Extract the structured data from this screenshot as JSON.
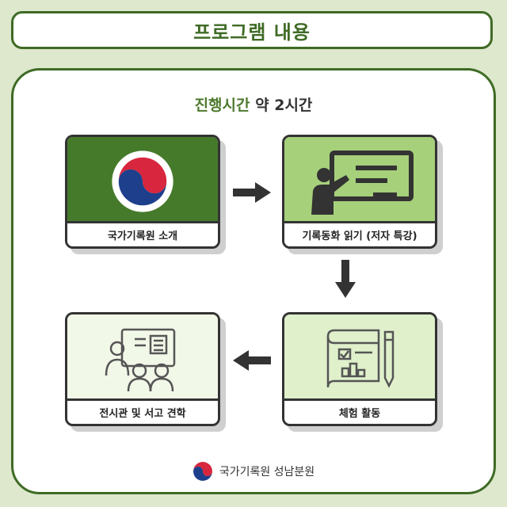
{
  "header": {
    "title": "프로그램 내용"
  },
  "duration": {
    "label": "진행시간",
    "value": "약 2시간"
  },
  "steps": [
    {
      "label": "국가기록원 소개",
      "icon": "taegeuk-emblem-icon"
    },
    {
      "label": "기록동화 읽기 (저자 특강)",
      "icon": "lecturer-board-icon"
    },
    {
      "label": "체험 활동",
      "icon": "blueprint-pencil-icon"
    },
    {
      "label": "전시관 및 서고 견학",
      "icon": "exhibition-visitors-icon"
    }
  ],
  "footer": {
    "org": "국가기록원 성남분원"
  },
  "colors": {
    "dark_green": "#3f6b25",
    "background": "#dde8cd",
    "red": "#d7263d",
    "navy": "#1d3f8c"
  }
}
